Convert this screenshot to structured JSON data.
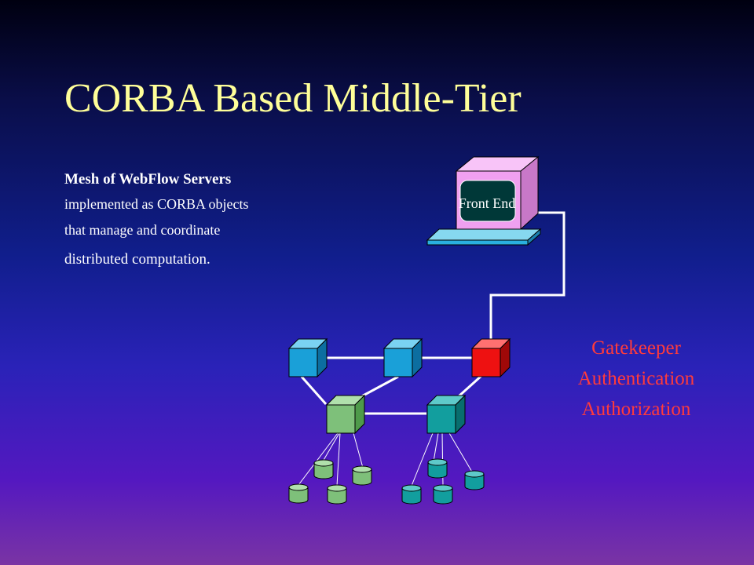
{
  "slide": {
    "title": "CORBA Based Middle-Tier",
    "description": {
      "heading": "Mesh of WebFlow Servers",
      "lines": [
        "implemented as CORBA objects",
        "that manage and coordinate",
        "distributed computation."
      ]
    }
  },
  "diagram": {
    "front_end_label": "Front End",
    "gatekeeper_lines": [
      "Gatekeeper",
      "Authentication",
      "Authorization"
    ],
    "colors": {
      "title": "#ffff99",
      "gatekeeper_text": "#ff3b3b",
      "server_blue": "#1aa0d8",
      "server_red": "#ee1111",
      "server_green": "#7ec07a",
      "server_teal": "#129e9e",
      "monitor": "#f0a0f0"
    }
  }
}
